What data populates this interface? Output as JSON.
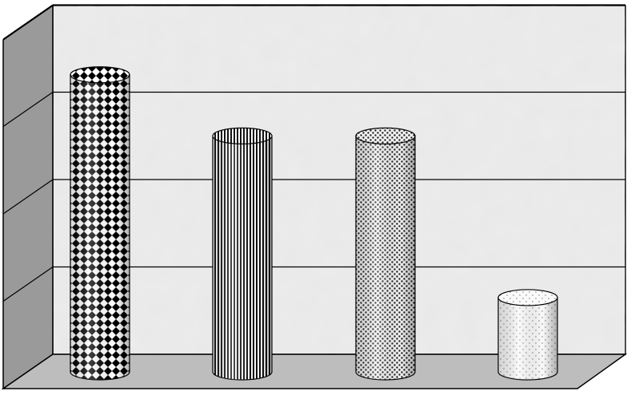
{
  "chart_data": {
    "type": "bar",
    "style": "3d-cylinder",
    "categories": [],
    "values": [
      3.4,
      2.7,
      2.7,
      0.85
    ],
    "ylim": [
      0,
      4
    ],
    "grid": true,
    "gridlines": [
      1,
      2,
      3,
      4
    ],
    "legend": "none",
    "fill_patterns": [
      "checkerboard",
      "vertical-stripes",
      "dense-dots",
      "sparse-dots"
    ],
    "colors": {
      "wall_back": "#e8e8e8",
      "wall_side": "#9a9a9a",
      "floor": "#bdbdbd",
      "grid": "#000000"
    }
  }
}
